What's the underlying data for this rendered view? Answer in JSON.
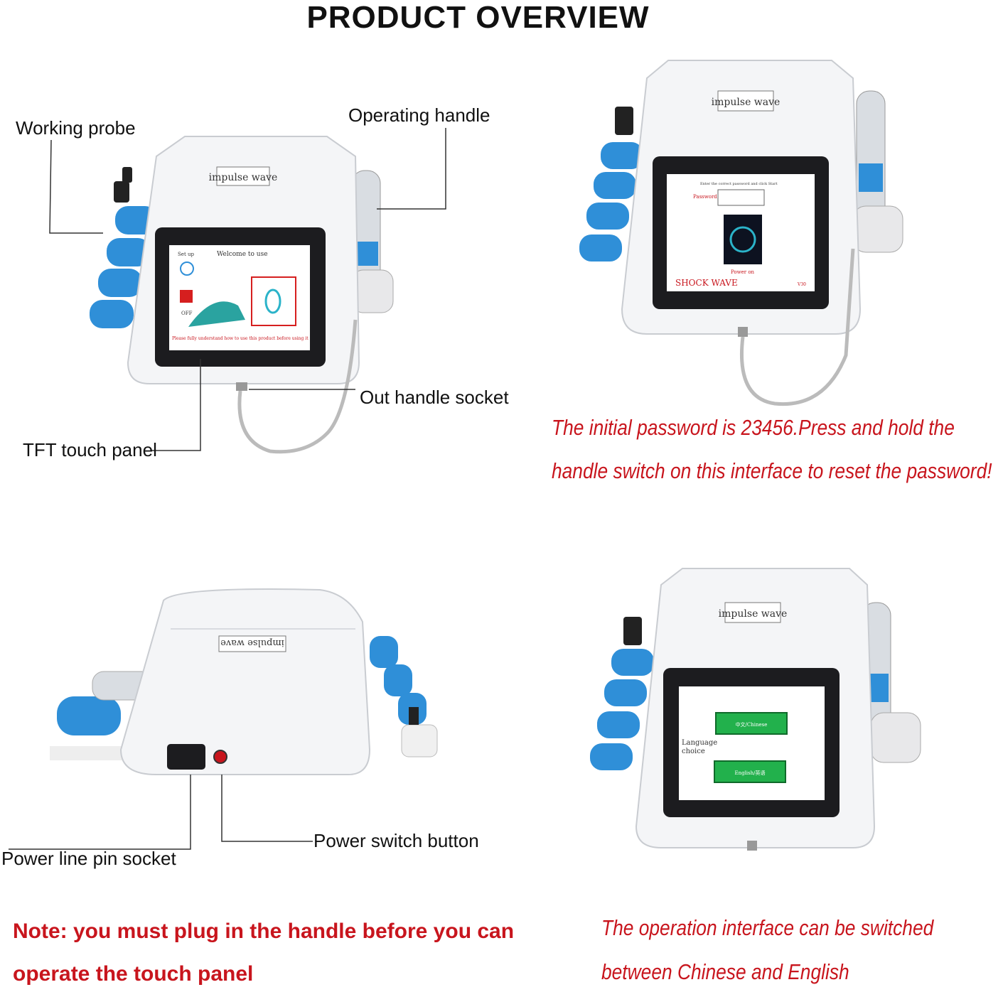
{
  "title": "PRODUCT OVERVIEW",
  "brand_label": "impulse wave",
  "callouts": {
    "working_probe": "Working probe",
    "operating_handle": "Operating handle",
    "out_handle_socket": "Out handle socket",
    "tft_touch_panel": "TFT touch panel",
    "power_line_pin_socket": "Power line pin socket",
    "power_switch_button": "Power switch button"
  },
  "screen1": {
    "setup": "Set up",
    "welcome": "Welcome to use",
    "off": "OFF",
    "notice": "Please fully understand how to use this product before using it"
  },
  "screen2": {
    "prompt": "Enter the correct password and click Start",
    "password_label": "Password",
    "power_on": "Power on",
    "shock_wave": "SHOCK WAVE",
    "version": "V30"
  },
  "screen4": {
    "chinese": "中文/Chinese",
    "english": "English/英语",
    "language_choice_1": "Language",
    "language_choice_2": "choice"
  },
  "texts": {
    "password_line1": "The initial password is 23456.Press and hold the",
    "password_line2": "handle switch on this interface to reset the password!",
    "note_line1": "Note: you must plug in the handle before you can",
    "note_line2": "operate the touch panel",
    "switch_line1": "The operation interface can be switched",
    "switch_line2": "between Chinese and English"
  },
  "colors": {
    "accent_red": "#c8151d",
    "probe_blue": "#2f8fd8",
    "screen_green": "#22b14c"
  }
}
